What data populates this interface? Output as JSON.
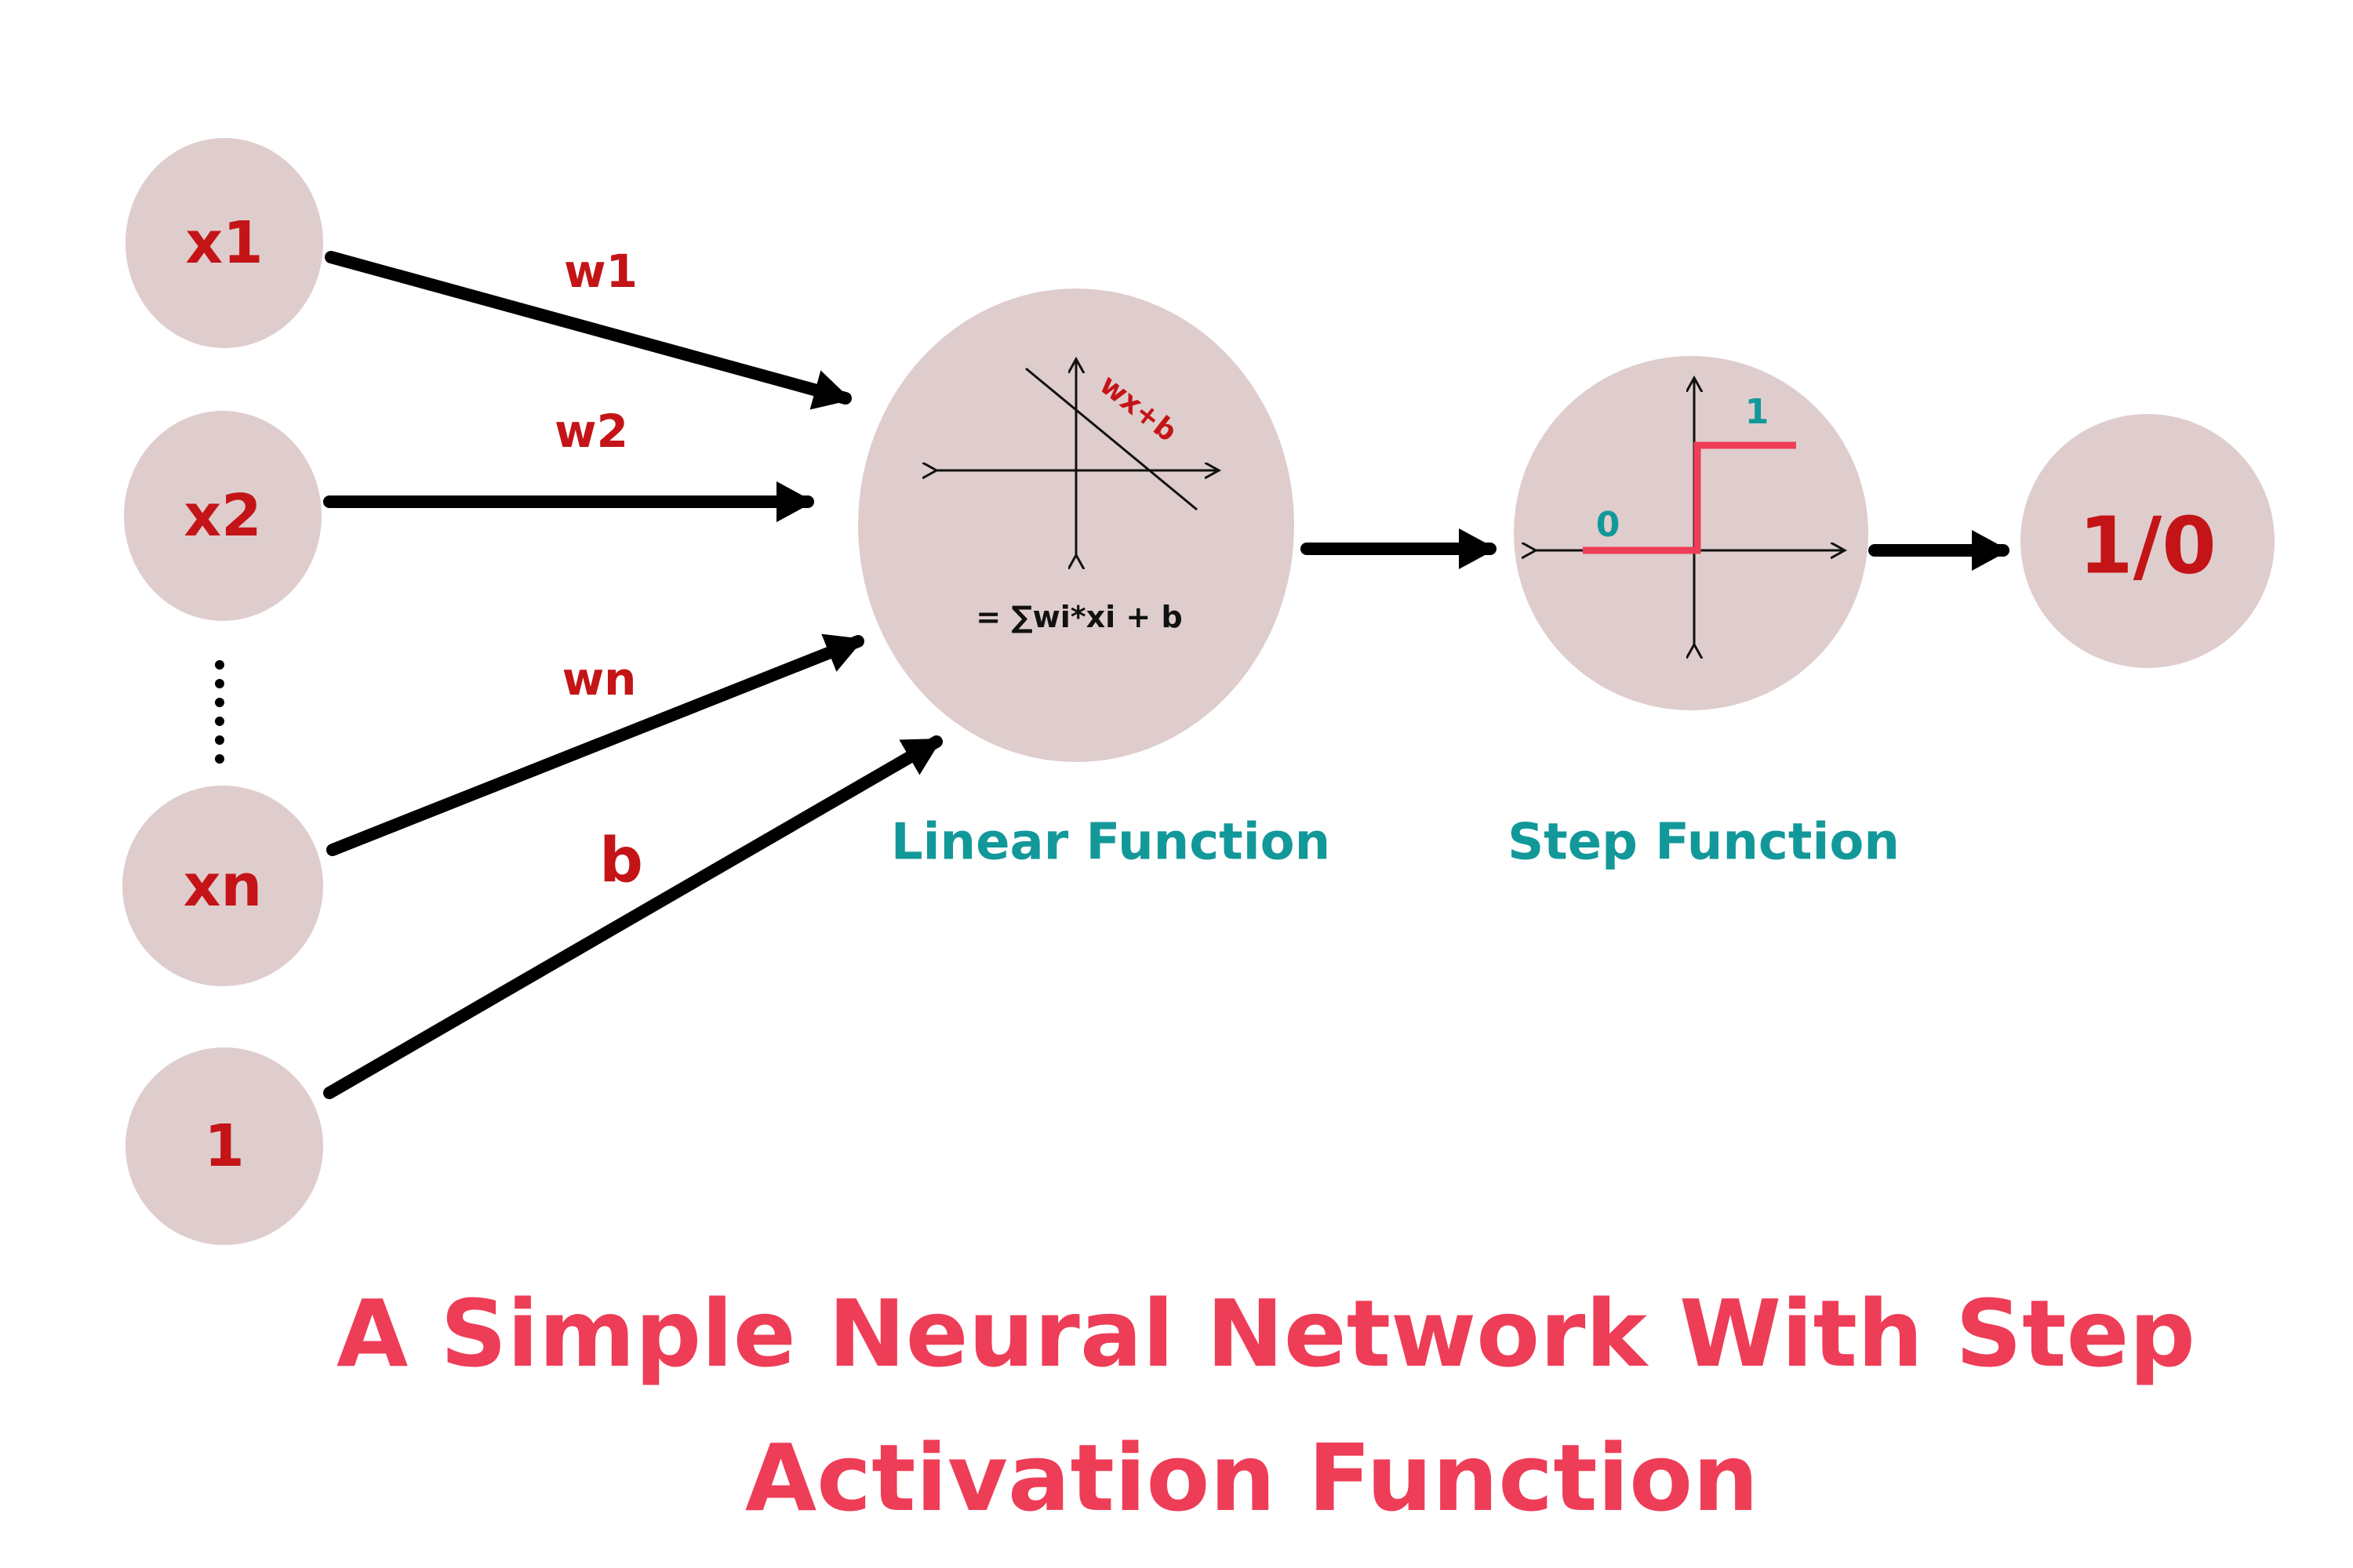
{
  "inputs": {
    "x1": "x1",
    "x2": "x2",
    "ellipsis": "......",
    "xn": "xn",
    "bias_input": "1"
  },
  "weights": {
    "w1": "w1",
    "w2": "w2",
    "wn": "wn",
    "b": "b"
  },
  "linear": {
    "line_equation": "wx+b",
    "formula": "= ∑wi*xi + b",
    "label": "Linear Function"
  },
  "step": {
    "high_value": "1",
    "low_value": "0",
    "label": "Step Function"
  },
  "output": {
    "label": "1/0"
  },
  "title": {
    "line1": "A Simple Neural Network With Step",
    "line2": "Activation Function"
  },
  "colors": {
    "node_fill": "#dfcdcd",
    "dark_red": "#c41417",
    "teal": "#13989a",
    "pink": "#ee3d57"
  }
}
